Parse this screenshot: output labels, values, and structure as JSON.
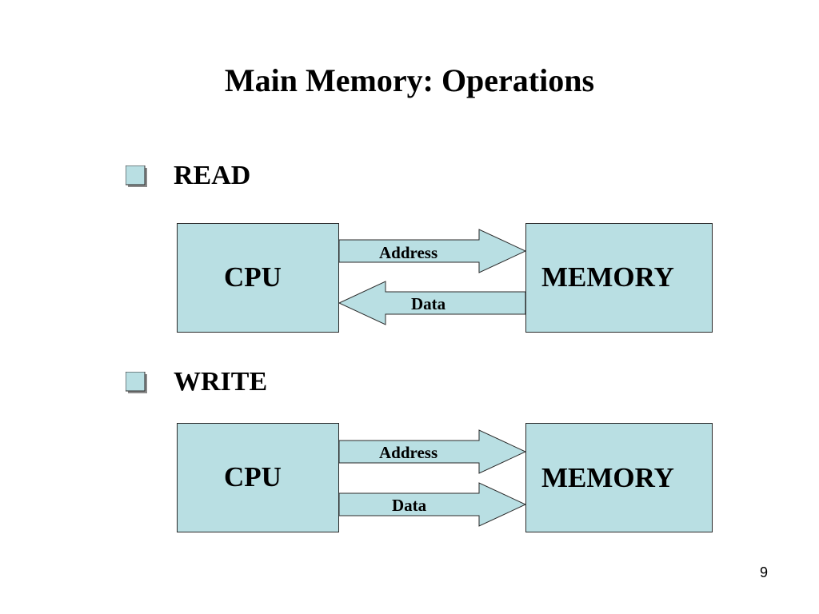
{
  "title": "Main Memory: Operations",
  "sections": [
    {
      "heading": "READ",
      "left_box": "CPU",
      "right_box": "MEMORY",
      "arrows": [
        {
          "label": "Address",
          "direction": "to-memory"
        },
        {
          "label": "Data",
          "direction": "to-cpu"
        }
      ]
    },
    {
      "heading": "WRITE",
      "left_box": "CPU",
      "right_box": "MEMORY",
      "arrows": [
        {
          "label": "Address",
          "direction": "to-memory"
        },
        {
          "label": "Data",
          "direction": "to-memory"
        }
      ]
    }
  ],
  "page_number": "9",
  "colors": {
    "box_fill": "#b9dfe3",
    "bullet_fill": "#b9dfe3",
    "outline": "#2a2a2a",
    "text": "#000000"
  }
}
